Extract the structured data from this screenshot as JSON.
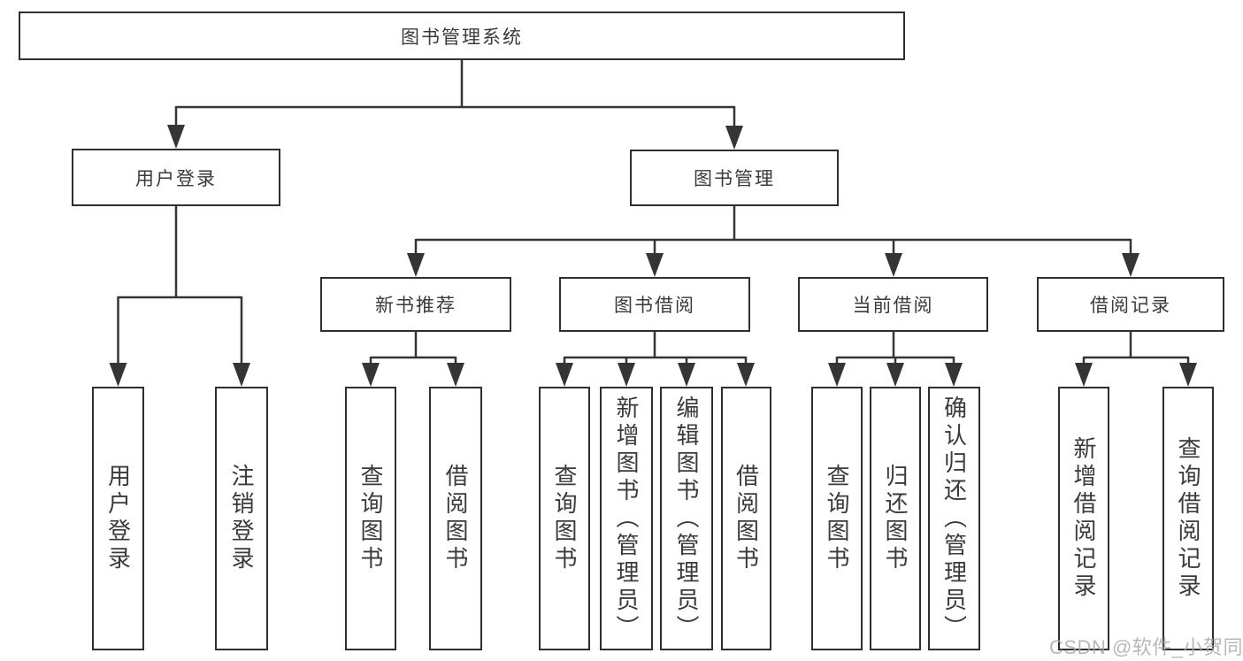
{
  "diagram": {
    "title": "图书管理系统",
    "root": {
      "label": "图书管理系统"
    },
    "level2": [
      {
        "id": "user-login",
        "label": "用户登录"
      },
      {
        "id": "book-management",
        "label": "图书管理"
      }
    ],
    "level3": [
      {
        "id": "new-book-recommend",
        "parent": "图书管理",
        "label": "新书推荐"
      },
      {
        "id": "book-borrow",
        "parent": "图书管理",
        "label": "图书借阅"
      },
      {
        "id": "current-borrow",
        "parent": "图书管理",
        "label": "当前借阅"
      },
      {
        "id": "borrow-records",
        "parent": "图书管理",
        "label": "借阅记录"
      }
    ],
    "leaves": [
      {
        "parent": "用户登录",
        "label": "用户登录"
      },
      {
        "parent": "用户登录",
        "label": "注销登录"
      },
      {
        "parent": "新书推荐",
        "label": "查询图书"
      },
      {
        "parent": "新书推荐",
        "label": "借阅图书"
      },
      {
        "parent": "图书借阅",
        "label": "查询图书"
      },
      {
        "parent": "图书借阅",
        "label": "新增图书（管理员）"
      },
      {
        "parent": "图书借阅",
        "label": "编辑图书（管理员）"
      },
      {
        "parent": "图书借阅",
        "label": "借阅图书"
      },
      {
        "parent": "当前借阅",
        "label": "查询图书"
      },
      {
        "parent": "当前借阅",
        "label": "归还图书"
      },
      {
        "parent": "当前借阅",
        "label": "确认归还（管理员）"
      },
      {
        "parent": "借阅记录",
        "label": "新增借阅记录"
      },
      {
        "parent": "借阅记录",
        "label": "查询借阅记录"
      }
    ]
  },
  "watermark": {
    "text": "CSDN @软件_小贺同学"
  },
  "colors": {
    "line": "#353535",
    "box_border": "#2f2f2f",
    "box_fill": "#ffffff",
    "text": "#3a3a3a",
    "watermark": "#a9a9a9",
    "background": "#ffffff"
  }
}
